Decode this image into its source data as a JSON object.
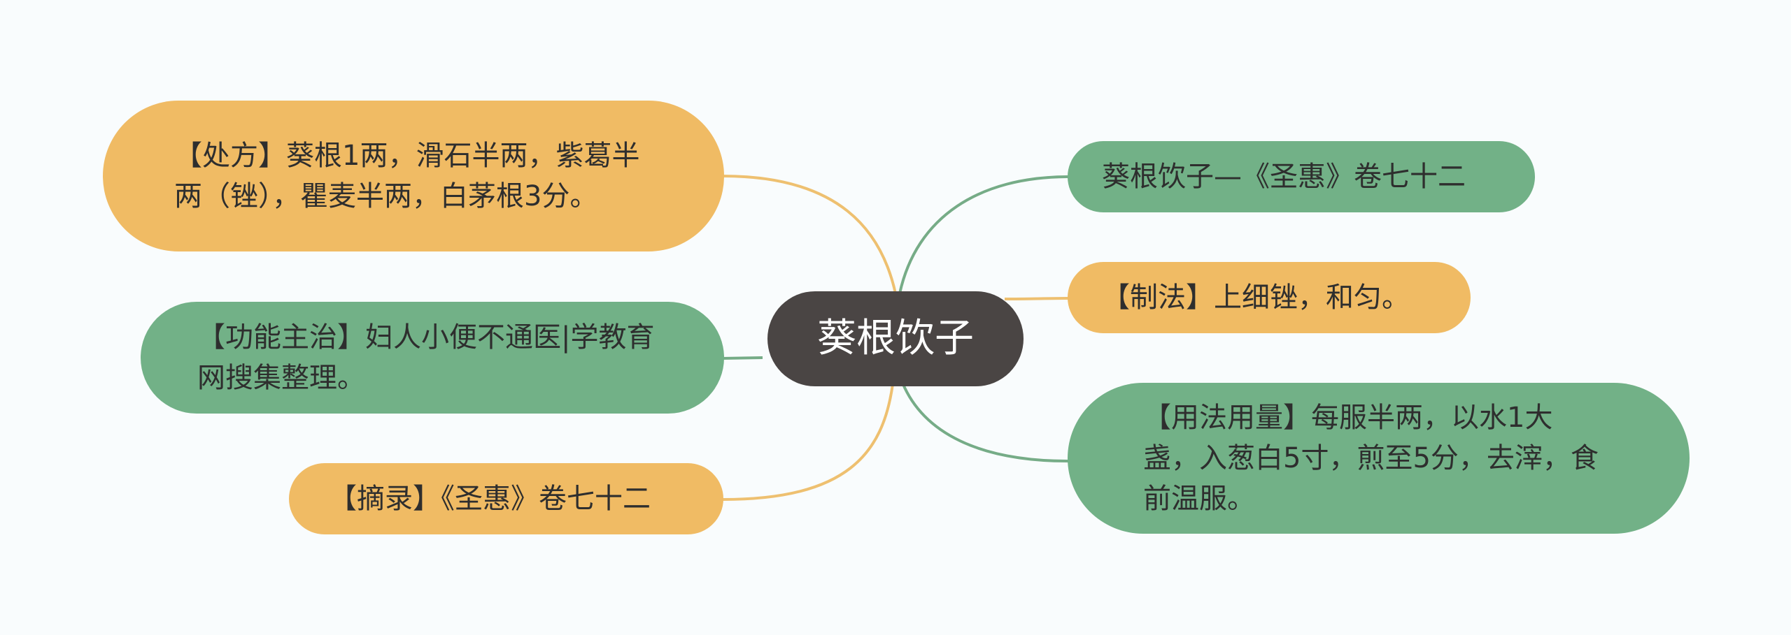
{
  "colors": {
    "background": "#f9fcfd",
    "central_fill": "#4a4544",
    "orange_branch": "#f0bb64",
    "green_branch": "#72b187",
    "orange_link": "#eec070",
    "green_link": "#76ac87"
  },
  "mindmap": {
    "center": {
      "label": "葵根饮子"
    },
    "left": [
      {
        "id": "prescription",
        "text": "【处方】葵根1两，滑石半两，紫葛半两（锉），瞿麦半两，白茅根3分。",
        "color": "orange"
      },
      {
        "id": "indication",
        "text": "【功能主治】妇人小便不通医|学教育网搜集整理。",
        "color": "green"
      },
      {
        "id": "excerpt",
        "text": "【摘录】《圣惠》卷七十二",
        "color": "orange"
      }
    ],
    "right": [
      {
        "id": "source",
        "text": "葵根饮子—《圣惠》卷七十二",
        "color": "green"
      },
      {
        "id": "preparation",
        "text": "【制法】上细锉，和匀。",
        "color": "orange"
      },
      {
        "id": "usage",
        "text": "【用法用量】每服半两，以水1大盏，入葱白5寸，煎至5分，去滓，食前温服。",
        "color": "green"
      }
    ]
  }
}
